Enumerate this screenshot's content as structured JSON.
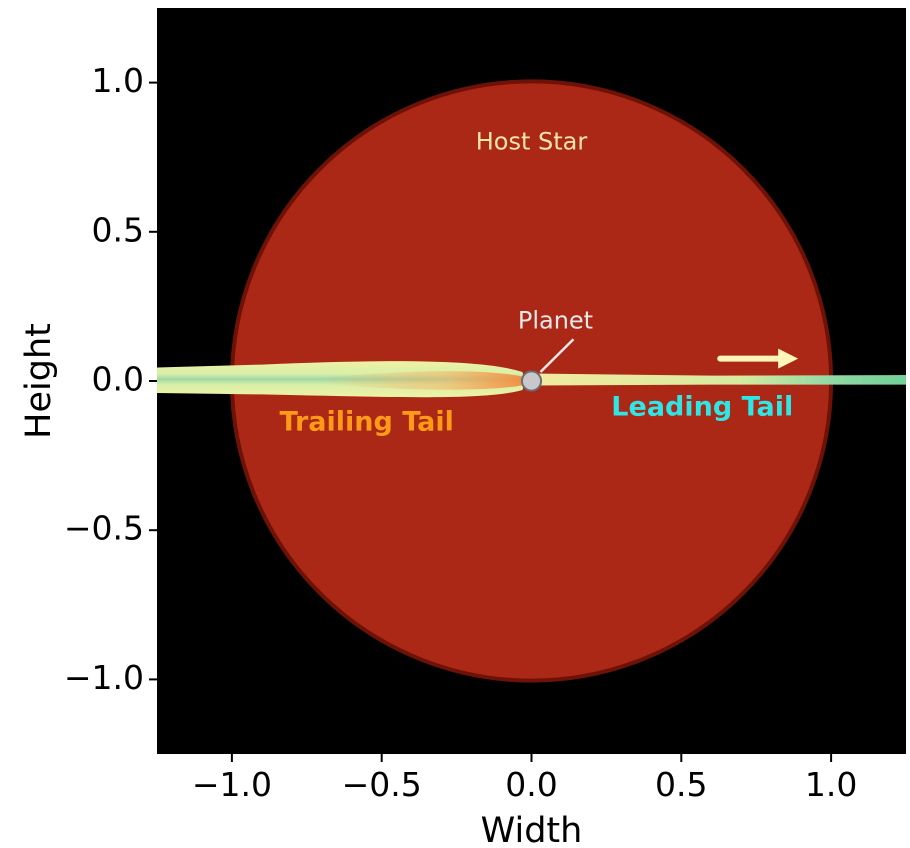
{
  "chart_data": {
    "type": "scatter",
    "title": "",
    "xlabel": "Width",
    "ylabel": "Height",
    "xlim": [
      -1.25,
      1.25
    ],
    "ylim": [
      -1.25,
      1.25
    ],
    "xticks": [
      -1.0,
      -0.5,
      0.0,
      0.5,
      1.0
    ],
    "yticks": [
      1.0,
      0.5,
      0.0,
      -0.5,
      -1.0
    ],
    "xtick_labels": [
      "−1.0",
      "−0.5",
      "0.0",
      "0.5",
      "1.0"
    ],
    "ytick_labels": [
      "1.0",
      "0.5",
      "0.0",
      "−0.5",
      "−1.0"
    ],
    "background_color": "#000000",
    "grid": false,
    "star": {
      "x": 0.0,
      "y": 0.0,
      "radius": 1.0,
      "color": "#ab2716",
      "edge_color": "#6e1208"
    },
    "planet": {
      "x": 0.0,
      "y": 0.0,
      "radius": 0.032,
      "color": "#c8c8cc"
    },
    "trailing_tail": {
      "color_outer": "#f2f0a2",
      "color_core": "#f6a25a",
      "color_inner": "#8fd3a6",
      "x_range": [
        -1.25,
        0.0
      ]
    },
    "leading_tail": {
      "color_near": "#f3eaa0",
      "color_far": "#6fcf97",
      "x_range": [
        0.0,
        1.25
      ]
    },
    "direction_arrow": {
      "x_start": 0.63,
      "x_end": 0.89,
      "y": 0.075,
      "color": "#fdf6b8"
    },
    "annotations": [
      {
        "text": "Host Star",
        "x": 0.0,
        "y": 0.8,
        "color": "#f8e6a8"
      },
      {
        "text": "Planet",
        "x": 0.08,
        "y": 0.2,
        "color": "#e8e8e8"
      },
      {
        "text": "Trailing Tail",
        "x": -0.55,
        "y": -0.14,
        "color": "#ff9a16"
      },
      {
        "text": "Leading Tail",
        "x": 0.57,
        "y": -0.09,
        "color": "#2ee6e6"
      }
    ]
  }
}
